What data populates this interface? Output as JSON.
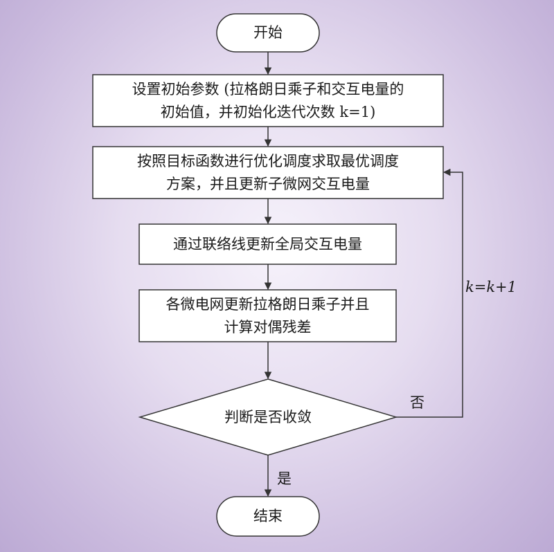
{
  "nodes": {
    "start": "开始",
    "init": "设置初始参数 (拉格朗日乘子和交互电量的\n初始值，并初始化迭代次数 k=1)",
    "optimize": "按照目标函数进行优化调度求取最优调度\n方案，并且更新子微网交互电量",
    "update": "通过联络线更新全局交互电量",
    "multiplier": "各微电网更新拉格朗日乘子并且\n计算对偶残差",
    "decision": "判断是否收敛",
    "end": "结束"
  },
  "labels": {
    "no": "否",
    "yes": "是",
    "iterate": "k=k+1"
  },
  "colors": {
    "line": "#333333",
    "fill": "#ffffff"
  }
}
